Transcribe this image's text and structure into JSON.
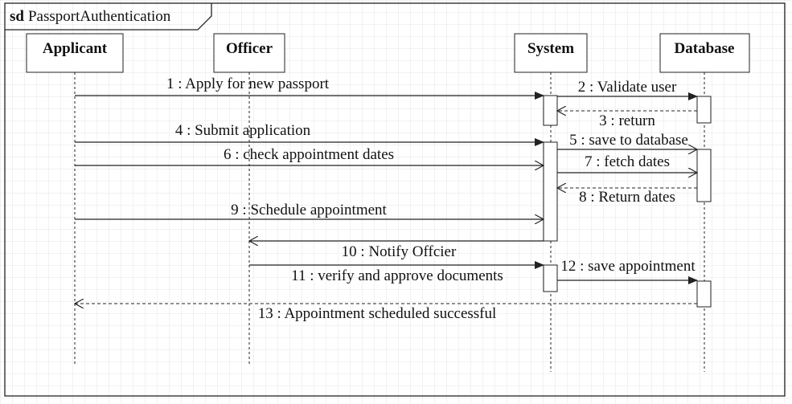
{
  "frame": {
    "keyword": "sd",
    "name": "PassportAuthentication"
  },
  "lifelines": [
    {
      "id": "applicant",
      "name": "Applicant"
    },
    {
      "id": "officer",
      "name": "Officer"
    },
    {
      "id": "system",
      "name": "System"
    },
    {
      "id": "database",
      "name": "Database"
    }
  ],
  "messages": [
    {
      "num": "1",
      "text": "Apply for new passport",
      "from": "applicant",
      "to": "system",
      "kind": "sync"
    },
    {
      "num": "2",
      "text": "Validate user",
      "from": "system",
      "to": "database",
      "kind": "sync"
    },
    {
      "num": "3",
      "text": "return",
      "from": "database",
      "to": "system",
      "kind": "reply"
    },
    {
      "num": "4",
      "text": "Submit application",
      "from": "applicant",
      "to": "system",
      "kind": "sync"
    },
    {
      "num": "5",
      "text": "save to database",
      "from": "system",
      "to": "database",
      "kind": "async"
    },
    {
      "num": "6",
      "text": "check appointment dates",
      "from": "applicant",
      "to": "system",
      "kind": "async"
    },
    {
      "num": "7",
      "text": "fetch dates",
      "from": "system",
      "to": "database",
      "kind": "async"
    },
    {
      "num": "8",
      "text": "Return dates",
      "from": "database",
      "to": "system",
      "kind": "reply"
    },
    {
      "num": "9",
      "text": "Schedule appointment",
      "from": "applicant",
      "to": "system",
      "kind": "async"
    },
    {
      "num": "10",
      "text": "Notify Offcier",
      "from": "system",
      "to": "officer",
      "kind": "async"
    },
    {
      "num": "11",
      "text": "verify and approve documents",
      "from": "officer",
      "to": "system",
      "kind": "sync"
    },
    {
      "num": "12",
      "text": "save appointment",
      "from": "system",
      "to": "database",
      "kind": "sync"
    },
    {
      "num": "13",
      "text": "Appointment scheduled successful",
      "from": "database",
      "to": "applicant",
      "kind": "reply"
    }
  ],
  "colors": {
    "line": "#222222",
    "grid": "#e4e4e4",
    "background": "#ffffff"
  }
}
